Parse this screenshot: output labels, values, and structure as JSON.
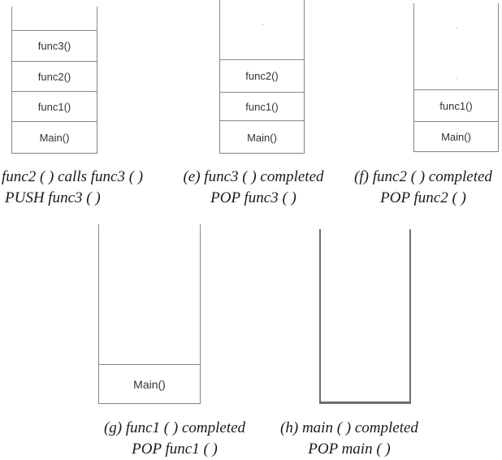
{
  "panels": [
    {
      "id": "d",
      "frames": [
        "func3()",
        "func2()",
        "func1()",
        "Main()"
      ],
      "caption_line1": "func2 ( ) calls func3 ( )",
      "caption_line2": "PUSH func3 ( )"
    },
    {
      "id": "e",
      "frames": [
        "func2()",
        "func1()",
        "Main()"
      ],
      "caption_line1": "(e) func3 ( ) completed",
      "caption_line2": "POP func3 ( )"
    },
    {
      "id": "f",
      "frames": [
        "func1()",
        "Main()"
      ],
      "caption_line1": "(f) func2 ( ) completed",
      "caption_line2": "POP func2 ( )"
    },
    {
      "id": "g",
      "frames": [
        "Main()"
      ],
      "caption_line1": "(g) func1 ( ) completed",
      "caption_line2": "POP func1 ( )"
    },
    {
      "id": "h",
      "frames": [],
      "caption_line1": "(h) main ( ) completed",
      "caption_line2": "POP main ( )"
    }
  ]
}
